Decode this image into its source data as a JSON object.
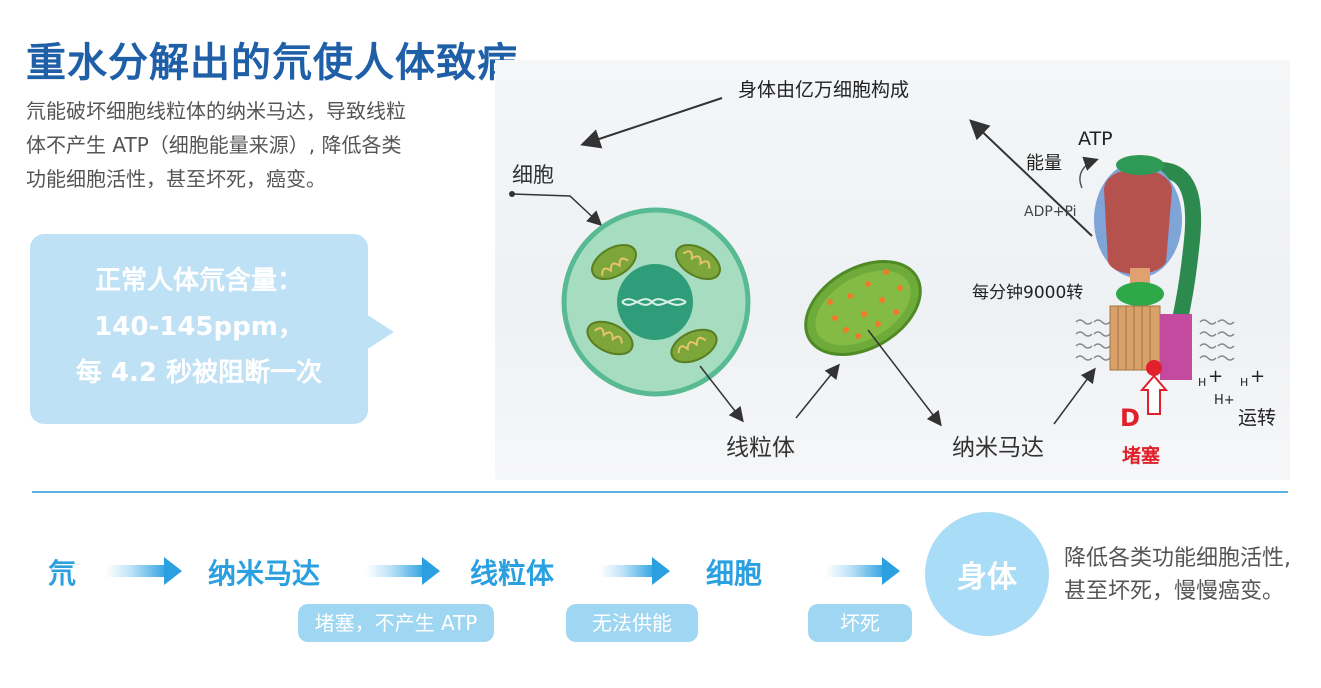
{
  "title": "重水分解出的氘使人体致病",
  "intro": {
    "line1": "氘能破坏细胞线粒体的纳米马达，导致线粒",
    "line2": "体不产生 ATP（细胞能量来源）, 降低各类",
    "line3": "功能细胞活性，甚至坏死，癌变。"
  },
  "bubble": {
    "line1": "正常人体氘含量：",
    "line2": "140-145ppm，",
    "line3": "每 4.2 秒被阻断一次"
  },
  "diagram": {
    "body_label": "身体由亿万细胞构成",
    "cell_label": "细胞",
    "mito_label": "线粒体",
    "motor_label": "纳米马达",
    "atp": "ATP",
    "energy": "能量",
    "adp": "ADP+Pi",
    "rate": "每分钟9000转",
    "d_label": "D",
    "blocked": "堵塞",
    "h1": "H",
    "h2": "H",
    "h3": "H+",
    "running": "运转"
  },
  "flow": {
    "step1": "氘",
    "step2": "纳米马达",
    "step3": "线粒体",
    "step4": "细胞",
    "step5": "身体",
    "note1": "堵塞，不产生 ATP",
    "note2": "无法供能",
    "note3": "坏死",
    "result_line1": "降低各类功能细胞活性,",
    "result_line2": "甚至坏死，慢慢癌变。"
  },
  "colors": {
    "title": "#1f5fa8",
    "accent": "#2aa0e0",
    "bubble": "#bfe1f5",
    "pill": "#9fd6f2",
    "blocked": "#e0202a"
  }
}
